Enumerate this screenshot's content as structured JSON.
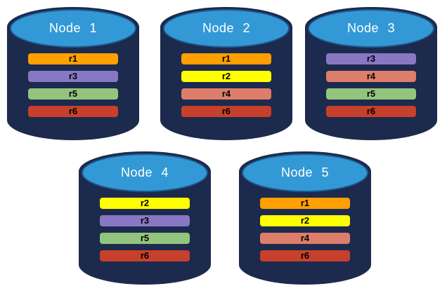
{
  "colors": {
    "background": "#FFFFFF",
    "cylinder_body": "#1C2A4D",
    "cylinder_top": "#3399D6",
    "cylinder_top_border": "#1E5C8F",
    "node_label_text": "#FFFFFF",
    "replica_label_text": "#000000"
  },
  "replica_colors": {
    "r1": "#FF9F00",
    "r2": "#FFFF00",
    "r3": "#8878C3",
    "r4": "#DD7E6B",
    "r5": "#93C47D",
    "r6": "#C7402B"
  },
  "nodes": [
    {
      "label": "Node 1",
      "replicas": [
        "r1",
        "r3",
        "r5",
        "r6"
      ]
    },
    {
      "label": "Node 2",
      "replicas": [
        "r1",
        "r2",
        "r4",
        "r6"
      ]
    },
    {
      "label": "Node 3",
      "replicas": [
        "r3",
        "r4",
        "r5",
        "r6"
      ]
    },
    {
      "label": "Node 4",
      "replicas": [
        "r2",
        "r3",
        "r5",
        "r6"
      ]
    },
    {
      "label": "Node 5",
      "replicas": [
        "r1",
        "r2",
        "r4",
        "r6"
      ]
    }
  ]
}
